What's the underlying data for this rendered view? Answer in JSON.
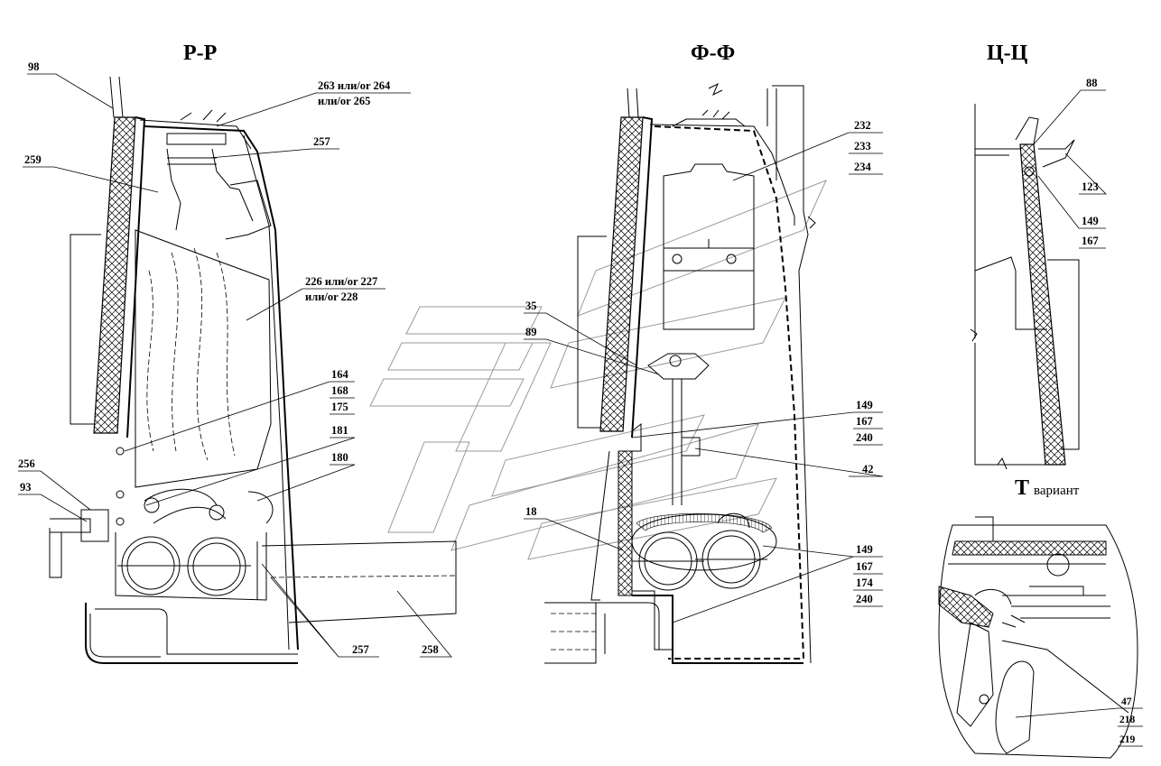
{
  "sections": {
    "pp": "Р-Р",
    "ff": "Ф-Ф",
    "cc": "Ц-Ц",
    "t": "Т",
    "t_suffix": "вариант"
  },
  "labels": {
    "l98": "98",
    "l263": "263 или/or 264",
    "l265": "или/or 265",
    "l257a": "257",
    "l259": "259",
    "l226": "226 или/or 227",
    "l228": "или/or 228",
    "l164": "164",
    "l168": "168",
    "l175": "175",
    "l181": "181",
    "l180": "180",
    "l256": "256",
    "l93": "93",
    "l257b": "257",
    "l258": "258",
    "l232": "232",
    "l233": "233",
    "l234": "234",
    "l35": "35",
    "l89": "89",
    "l149a": "149",
    "l167a": "167",
    "l240a": "240",
    "l42": "42",
    "l18": "18",
    "l149b": "149",
    "l167b": "167",
    "l174": "174",
    "l240b": "240",
    "l88": "88",
    "l123": "123",
    "l149c": "149",
    "l167c": "167",
    "l47": "47",
    "l218": "218",
    "l219": "219"
  }
}
